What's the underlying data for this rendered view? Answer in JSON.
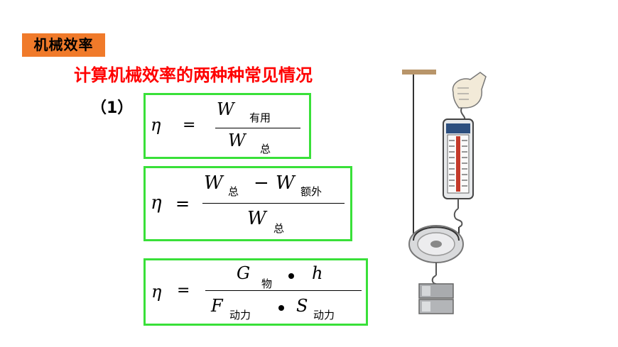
{
  "header": {
    "tag": "机械效率"
  },
  "subtitle": "计算机械效率的两种种常见情况",
  "item_number": "（1）",
  "formula1": {
    "lhs": "η",
    "eq": "=",
    "num_var": "W",
    "num_sub": "有用",
    "den_var": "W",
    "den_sub": "总"
  },
  "formula2": {
    "lhs": "η",
    "eq": "=",
    "num_var1": "W",
    "num_sub1": "总",
    "minus": "−",
    "num_var2": "W",
    "num_sub2": "额外",
    "den_var": "W",
    "den_sub": "总"
  },
  "formula3": {
    "lhs": "η",
    "eq": "=",
    "num_var1": "G",
    "num_sub1": "物",
    "num_var2": "h",
    "den_var1": "F",
    "den_sub1": "动力",
    "den_var2": "S",
    "den_sub2": "动力"
  },
  "colors": {
    "tag_bg": "#f07a2a",
    "subtitle": "#ff0000",
    "box_border": "#39e039"
  }
}
